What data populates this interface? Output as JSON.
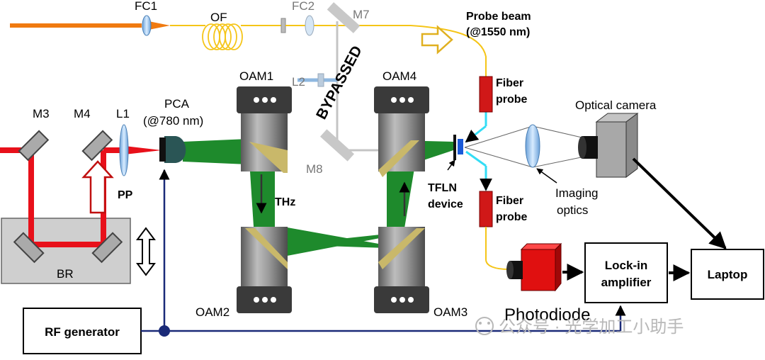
{
  "labels": {
    "fc1": "FC1",
    "of": "OF",
    "fc2": "FC2",
    "m7": "M7",
    "probe_beam_line1": "Probe beam",
    "probe_beam_line2": "(@1550 nm)",
    "oam1": "OAM1",
    "l2": "L2",
    "bypassed": "BYPASSED",
    "oam4": "OAM4",
    "fiber_probe_top_line1": "Fiber",
    "fiber_probe_top_line2": "probe",
    "optical_camera": "Optical camera",
    "m3": "M3",
    "m4": "M4",
    "l1": "L1",
    "pca_line1": "PCA",
    "pca_line2": "(@780 nm)",
    "m8": "M8",
    "tfln_line1": "TFLN",
    "tfln_line2": "device",
    "imaging_line1": "Imaging",
    "imaging_line2": "optics",
    "pp": "PP",
    "thz": "THz",
    "fiber_probe_bottom_line1": "Fiber",
    "fiber_probe_bottom_line2": "probe",
    "br": "BR",
    "oam2": "OAM2",
    "oam3": "OAM3",
    "photodiode": "Photodiode"
  },
  "boxes": {
    "rf_generator": "RF generator",
    "lockin_line1": "Lock-in",
    "lockin_line2": "amplifier",
    "laptop": "Laptop"
  },
  "watermark": "公众号 · 光学加工小助手",
  "colors": {
    "thz_beam": "#1e8a2c",
    "pump_beam": "#e8101a",
    "probe_fiber": "#f5c518",
    "source_beam": "#f07a10",
    "bypassed_path": "#b5b5b5",
    "rf_wire": "#1a2a78",
    "probe_light": "#33ddf5",
    "photodiode": "#e01010",
    "fiber_probe": "#d01818"
  }
}
